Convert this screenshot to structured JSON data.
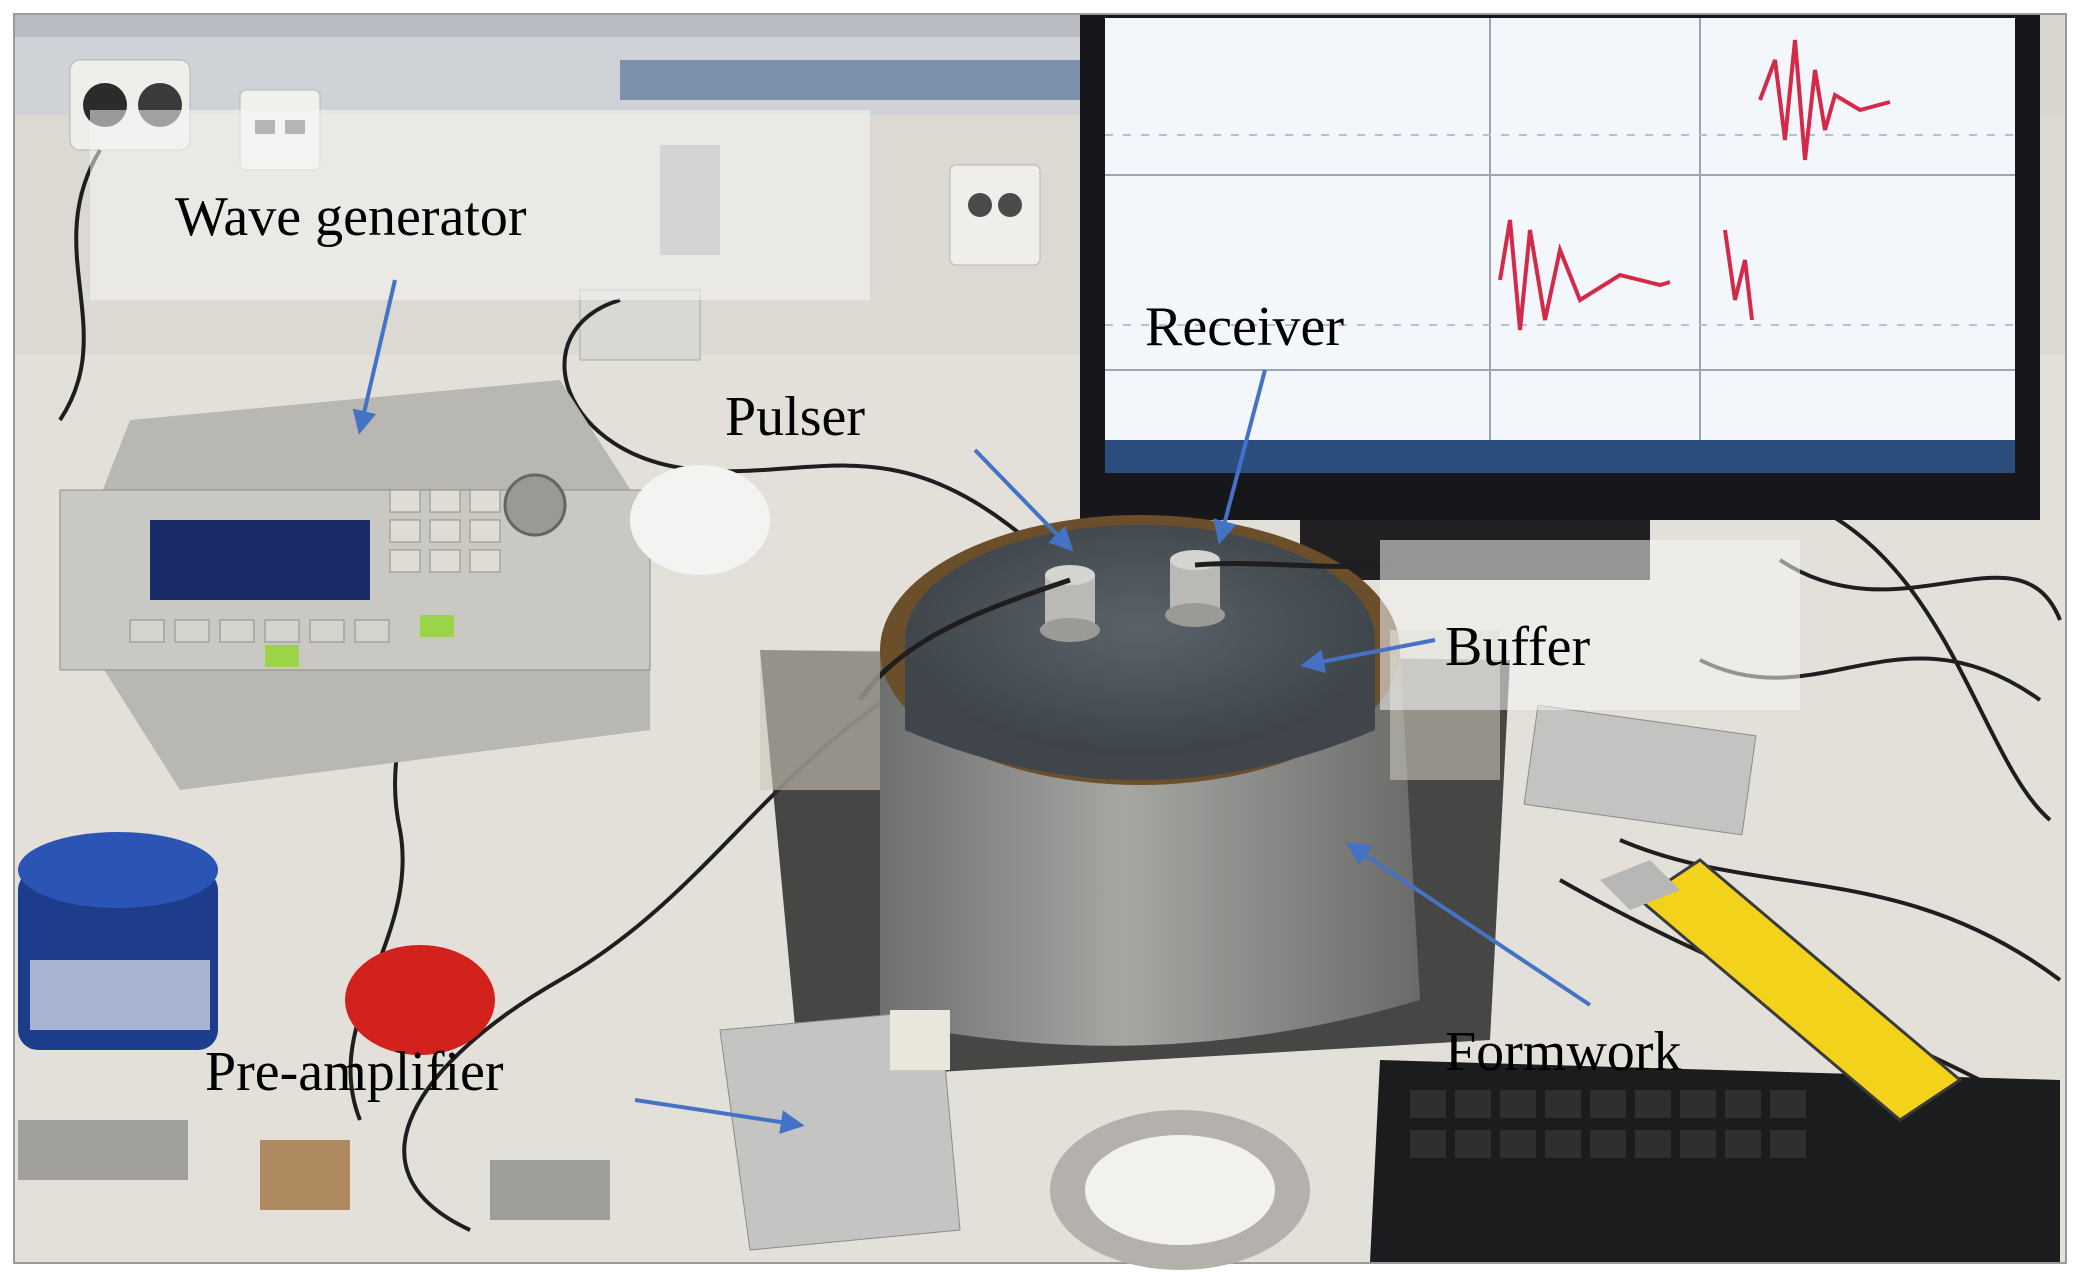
{
  "labels": {
    "wave_generator": "Wave generator",
    "receiver": "Receiver",
    "pulser": "Pulser",
    "buffer": "Buffer",
    "formwork": "Formwork",
    "pre_amplifier": "Pre-amplifier"
  },
  "colors": {
    "arrow": "#4472c4",
    "bench": "#e3e0da",
    "wall": "#c9ccd1",
    "monitor_frame": "#1a1a1e",
    "screen": "#f3f6fb",
    "signal": "#d42a4a",
    "buffer_disk": "#4b5258",
    "formwork": "#8c8c8a",
    "label_box": "rgba(245,245,245,0.55)"
  }
}
